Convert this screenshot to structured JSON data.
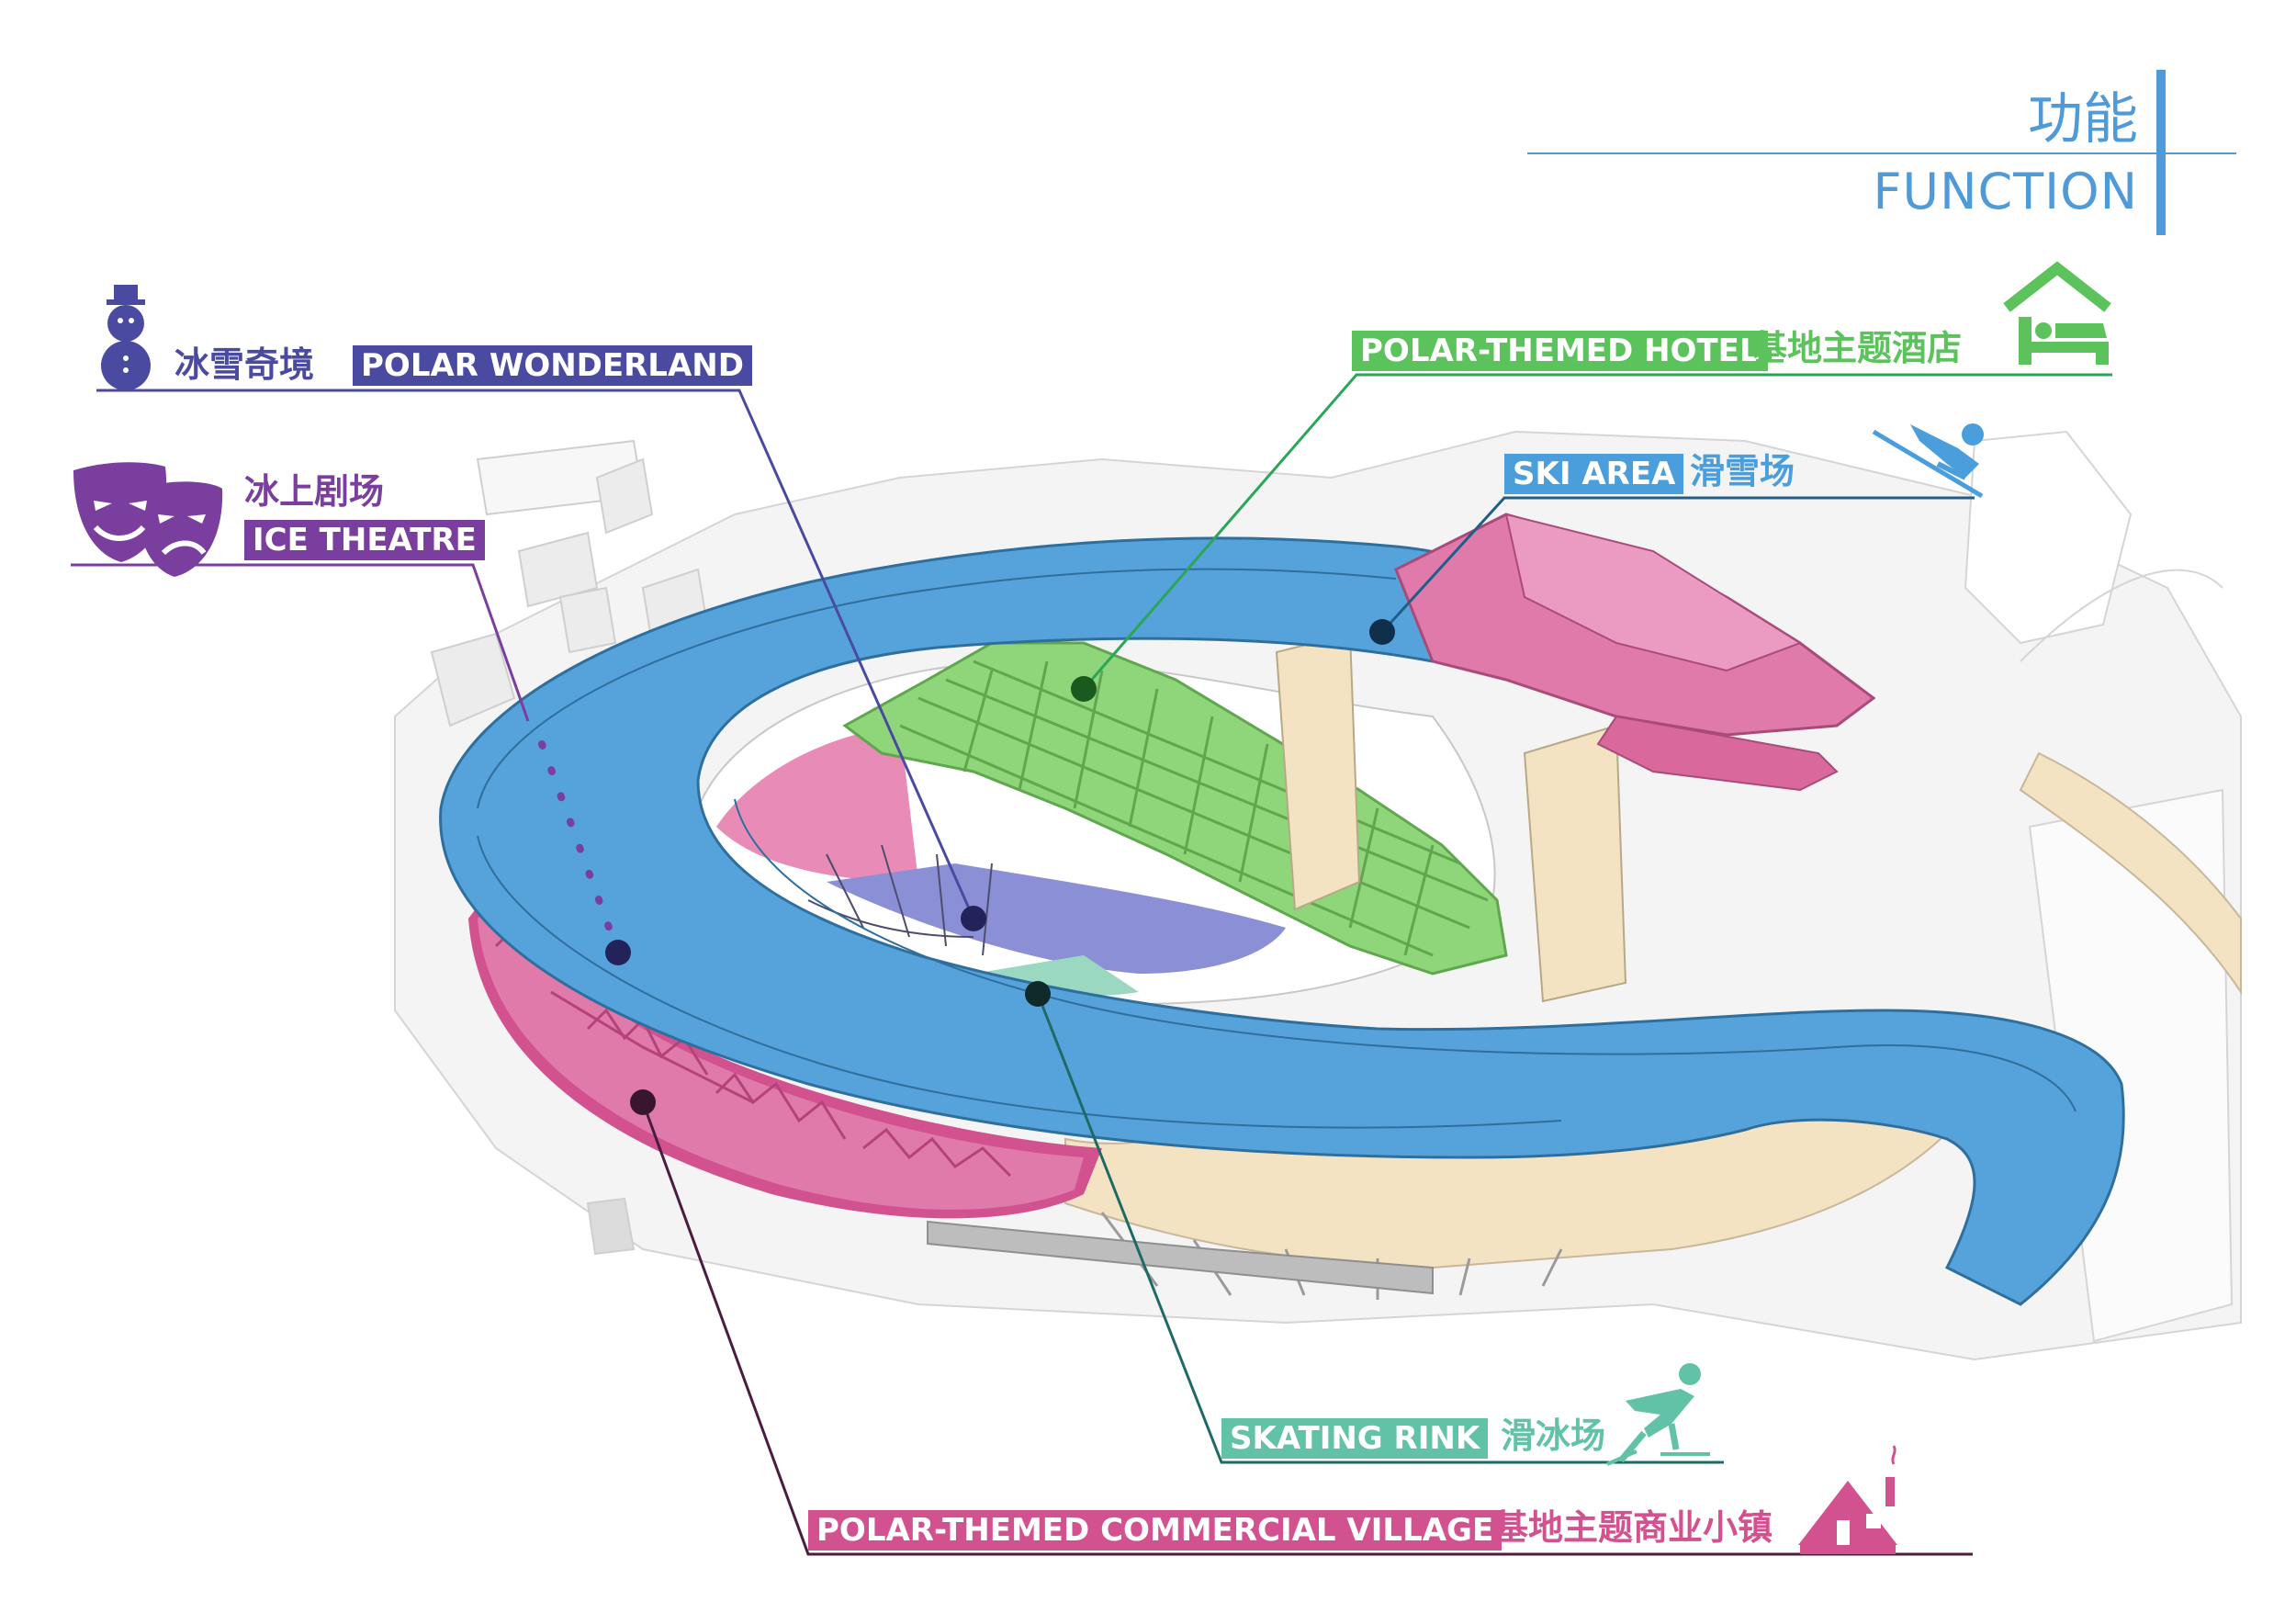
{
  "header": {
    "title_cn": "功能",
    "title_en": "FUNCTION"
  },
  "labels": {
    "polar_wonderland": {
      "cn": "冰雪奇境",
      "en": "POLAR WONDERLAND"
    },
    "ice_theatre": {
      "cn": "冰上剧场",
      "en": "ICE THEATRE"
    },
    "hotel": {
      "en": "POLAR-THEMED HOTEL",
      "cn": "基地主题酒店"
    },
    "ski_area": {
      "en": "SKI AREA",
      "cn": "滑雪场"
    },
    "skating_rink": {
      "en": "SKATING RINK",
      "cn": "滑冰场"
    },
    "commercial_village": {
      "en": "POLAR-THEMED COMMERCIAL VILLAGE",
      "cn": "基地主题商业小镇"
    }
  },
  "colors": {
    "header_blue": "#4f9ad8",
    "wonderland": "#4a4aa0",
    "theatre": "#7a3e9e",
    "hotel": "#5cc25c",
    "ski": "#4a9edb",
    "rink": "#62c2a8",
    "village": "#d2528f",
    "track_blue": "#56a3dc",
    "pink_building": "#e07aaa",
    "green_hotel": "#8fd57a",
    "cream": "#f3e3c2"
  },
  "icons": [
    "snowman-icon",
    "theatre-mask-icon",
    "house-roof-icon",
    "bed-icon",
    "skier-icon",
    "skater-icon",
    "cottage-icon"
  ]
}
